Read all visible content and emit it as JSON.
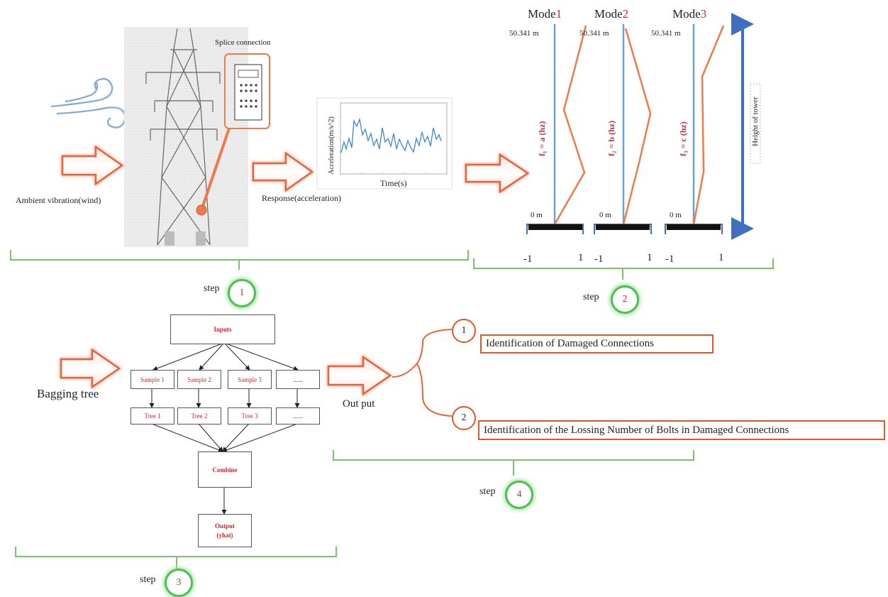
{
  "step1": {
    "splice_label": "Splice connection",
    "ambient_label": "Ambient vibration(wind)",
    "response_label": "Response(acceleration)",
    "chart_ylabel": "Acceleration(m/s^2)",
    "chart_xlabel": "Time(s)",
    "step_word": "step",
    "step_number": "1"
  },
  "step2": {
    "modes": [
      {
        "title_prefix": "Mode",
        "title_number": "1",
        "top_label": "50.341 m",
        "bottom_label": "0 m",
        "freq_label": "f₁ = a (hz)",
        "axis_min": "-1",
        "axis_max": "1"
      },
      {
        "title_prefix": "Mode",
        "title_number": "2",
        "top_label": "50.341 m",
        "bottom_label": "0 m",
        "freq_label": "f₂ = b (hz)",
        "axis_min": "-1",
        "axis_max": "1"
      },
      {
        "title_prefix": "Mode",
        "title_number": "3",
        "top_label": "50.341 m",
        "bottom_label": "0 m",
        "freq_label": "f₃ = c (hz)",
        "axis_min": "-1",
        "axis_max": "1"
      }
    ],
    "height_label": "Height of tower",
    "step_word": "step",
    "step_number": "2"
  },
  "step3": {
    "bagging_label": "Bagging tree",
    "inputs": "Inputs",
    "samples": [
      "Sample 1",
      "Sample 2",
      "Sample 3",
      "......"
    ],
    "trees": [
      "Tree 1",
      "Tree 2",
      "Tree 3",
      "......"
    ],
    "combine": "Combine",
    "output_line1": "Output",
    "output_line2": "(yhat)",
    "step_word": "step",
    "step_number": "3"
  },
  "step4": {
    "output_label": "Out put",
    "outputs": [
      {
        "number": "1",
        "text": "Identification of Damaged Connections"
      },
      {
        "number": "2",
        "text": "Identification of the Lossing Number of Bolts in Damaged Connections"
      }
    ],
    "step_word": "step",
    "step_number": "4"
  },
  "colors": {
    "arrow_orange": "#e8643a",
    "bracket_green": "#7cc46a",
    "mode_line_blue": "#6a9fd8",
    "mode_shape_orange": "#ee7a4a",
    "height_arrow_blue": "#3f6fc0",
    "label_red": "#c0303a"
  }
}
